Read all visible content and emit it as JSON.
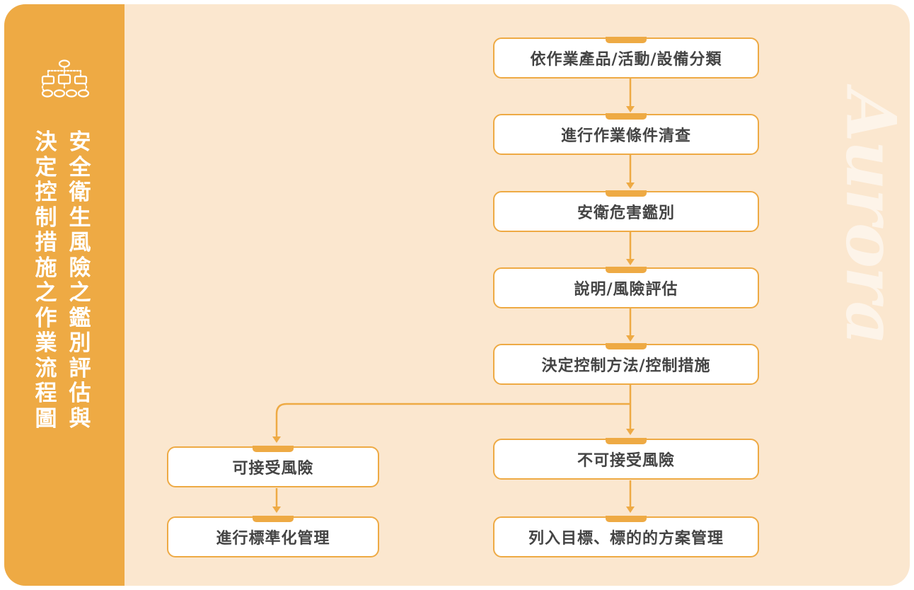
{
  "sidebar": {
    "title_col1": "安全衛生風險之鑑別評估與",
    "title_col2": "決定控制措施之作業流程圖",
    "logo_icon": "org-chart-icon"
  },
  "watermark": "Aurora",
  "flow": {
    "steps": [
      "依作業產品/活動/設備分類",
      "進行作業條件清查",
      "安衛危害鑑別",
      "說明/風險評估",
      "決定控制方法/控制措施",
      "不可接受風險",
      "列入目標、標的的方案管理"
    ],
    "branch": [
      "可接受風險",
      "進行標準化管理"
    ]
  },
  "colors": {
    "accent": "#eeaa44",
    "background": "#fbe7cf",
    "box_fill": "#ffffff",
    "text": "#444444"
  }
}
